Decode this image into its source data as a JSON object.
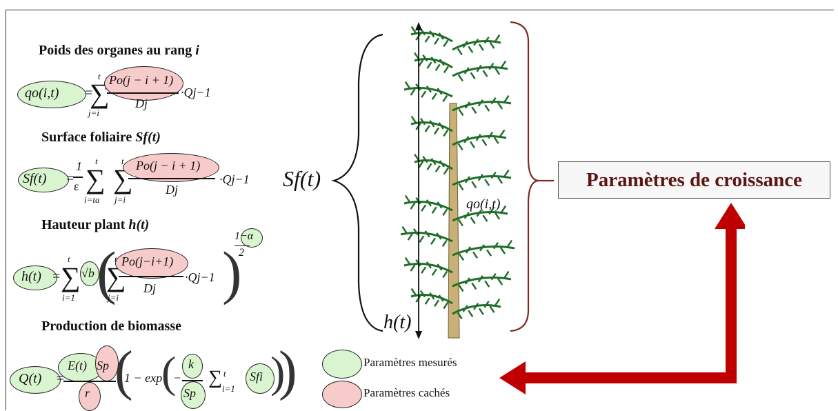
{
  "sections": {
    "poids": {
      "title_main": "Poids des organes au rang",
      "title_var": "i"
    },
    "surface": {
      "title_main": "Surface foliaire",
      "title_var": "Sf(t)"
    },
    "hauteur": {
      "title_main": "Hauteur plant",
      "title_var": "h(t)"
    },
    "production": {
      "title_main": "Production de biomasse"
    }
  },
  "eq1": {
    "lhs": "qo(i,t)",
    "eq": "=",
    "sum_top": "t",
    "sum_bot": "j=i",
    "num": "Po(j − i + 1)",
    "den": "Dj",
    "tail": "·Qj−1"
  },
  "eq2": {
    "lhs": "Sf(t)",
    "eq": "=",
    "frac_num": "1",
    "frac_den": "ε",
    "sum1_top": "t",
    "sum1_bot": "i=ta",
    "sum2_top": "t",
    "sum2_bot": "j=i",
    "num": "Po(j − i + 1)",
    "den": "Dj",
    "tail": "·Qj−1"
  },
  "eq3": {
    "lhs": "h(t)",
    "eq": "=",
    "sum1_top": "t",
    "sum1_bot": "i=1",
    "root": "√b",
    "sum2_top": "t",
    "sum2_bot": "j=i",
    "num": "Po(j−i+1)",
    "den": "Dj",
    "tail": "·Qj−1",
    "exp_num": "1−α",
    "exp_den": "2"
  },
  "eq4": {
    "lhs": "Q(t)",
    "eq": "=",
    "num_a": "E(t)",
    "num_b": "Sp",
    "den": "r",
    "one_minus": "1 − exp",
    "minus": "−",
    "k": "k",
    "k_den": "Sp",
    "sum_text": "∑",
    "sum_top": "t",
    "sum_bot": "i=1",
    "sf": "Sfi"
  },
  "plant": {
    "sf_label": "Sf(t)",
    "q_label": "qo(i,t)",
    "h_label": "h(t)"
  },
  "title": "Paramètres de croissance",
  "legend": {
    "measured": "Paramètres mesurés",
    "hidden": "Paramètres cachés"
  },
  "colors": {
    "green": "#d8f5cf",
    "pink": "#f8cbcb",
    "arrow": "#c00000",
    "title": "#5b1512",
    "leaf": "#1f6e28"
  }
}
